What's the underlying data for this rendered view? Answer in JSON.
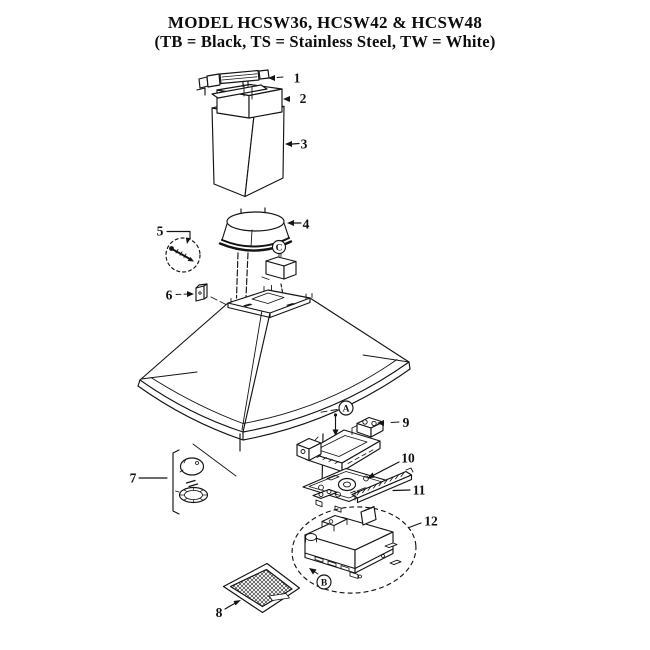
{
  "header": {
    "title": "MODEL HCSW36, HCSW42 & HCSW48",
    "subtitle": "(TB = Black, TS = Stainless Steel, TW = White)"
  },
  "callouts": {
    "part1": "1",
    "part2": "2",
    "part3": "3",
    "part4": "4",
    "part5": "5",
    "part6": "6",
    "part7": "7",
    "part8": "8",
    "part9": "9",
    "part10": "10",
    "part11": "11",
    "part12": "12",
    "refA": "A",
    "refB": "B",
    "refC": "C"
  },
  "colors": {
    "ink": "#141414",
    "paper": "#ffffff"
  }
}
